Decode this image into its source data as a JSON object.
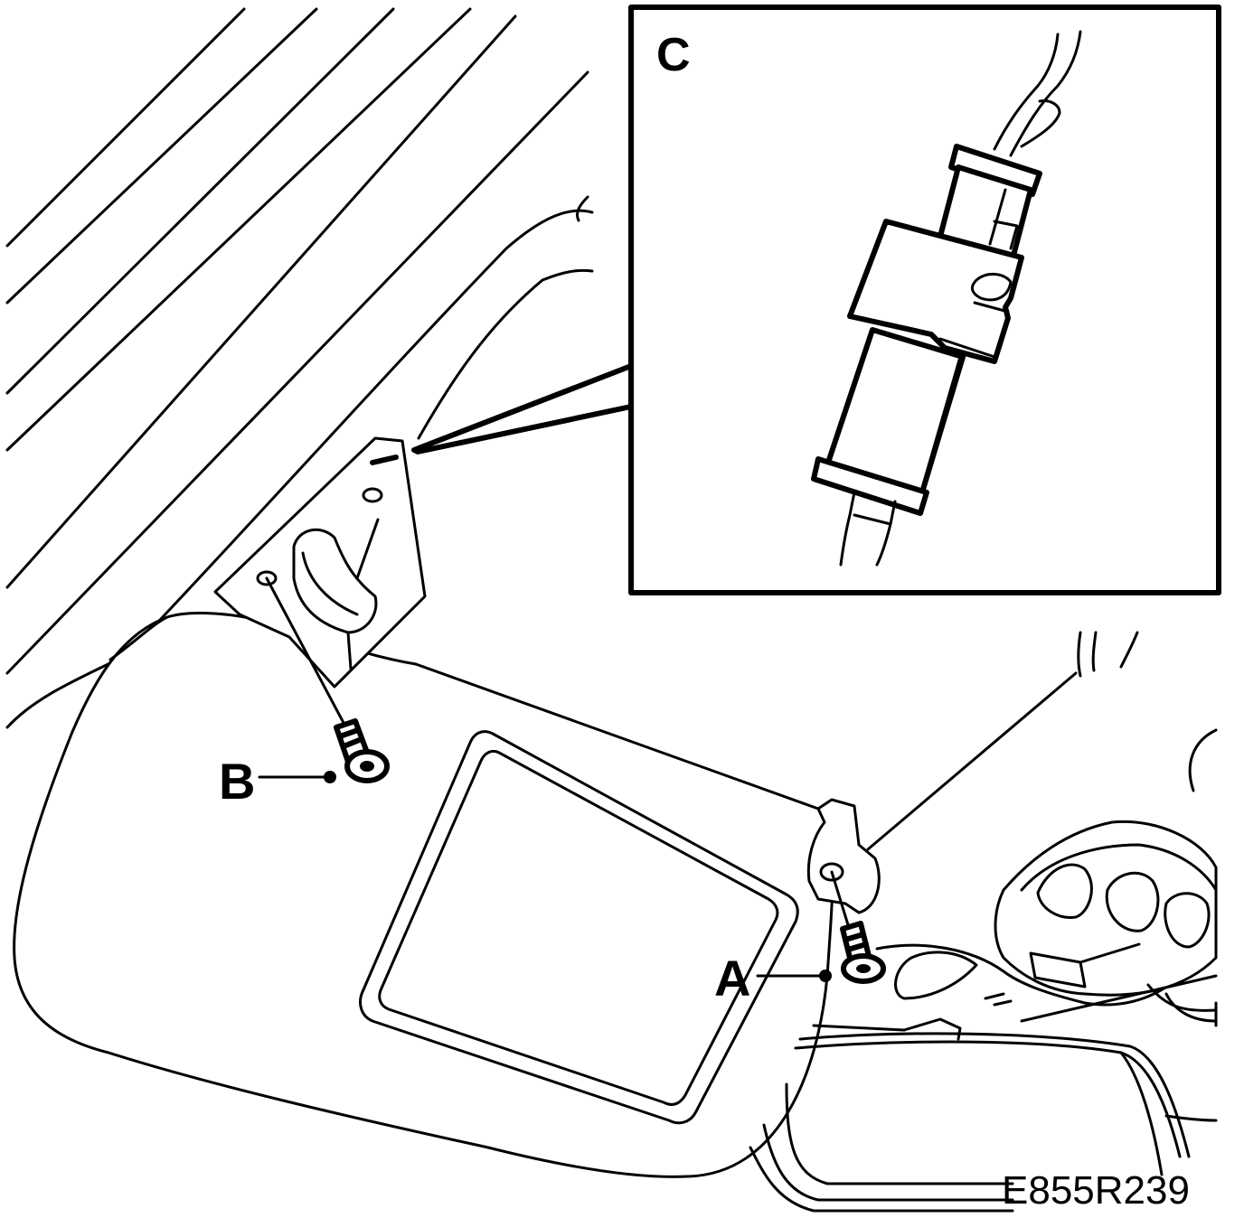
{
  "labels": {
    "A": "A",
    "B": "B",
    "C": "C"
  },
  "figure_code": "E855R239",
  "colors": {
    "line": "#000000",
    "background": "#ffffff"
  }
}
